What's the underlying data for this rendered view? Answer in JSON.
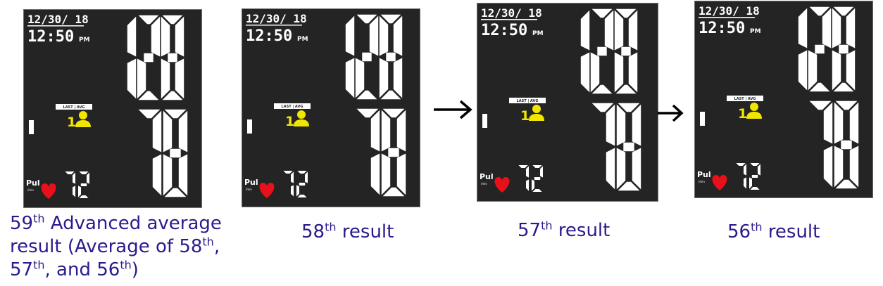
{
  "screens": [
    {
      "date": "12/30/ 18",
      "time": "12:50",
      "ampm": "PM",
      "badge": "LAST | AVG",
      "user": "1",
      "systolic": "128",
      "diastolic": "78",
      "pulse_label": "Pul",
      "pulse_unit": "/min",
      "pulse": "72"
    },
    {
      "date": "12/30/ 18",
      "time": "12:50",
      "ampm": "PM",
      "badge": "LAST | AVG",
      "user": "1",
      "systolic": "128",
      "diastolic": "78",
      "pulse_label": "Pul",
      "pulse_unit": "/min",
      "pulse": "72"
    },
    {
      "date": "12/30/ 18",
      "time": "12:50",
      "ampm": "PM",
      "badge": "LAST | AVG",
      "user": "1",
      "systolic": "128",
      "diastolic": "78",
      "pulse_label": "Pul",
      "pulse_unit": "/min",
      "pulse": "72"
    },
    {
      "date": "12/30/ 18",
      "time": "12:50",
      "ampm": "PM",
      "badge": "LAST | AVG",
      "user": "1",
      "systolic": "128",
      "diastolic": "78",
      "pulse_label": "Pul",
      "pulse_unit": "/min",
      "pulse": "72"
    }
  ],
  "captions": [
    {
      "l1_num": "59",
      "l1_sup": "th",
      "l1_text": " Advanced average",
      "l2_text": "result (Average of 58",
      "l2_sup": "th",
      "l2_end": ",",
      "l3_num": "57",
      "l3_sup": "th",
      "l3_mid": ", and 56",
      "l3_sup2": "th",
      "l3_end": ")"
    },
    {
      "num": "58",
      "sup": "th",
      "text": " result"
    },
    {
      "num": "57",
      "sup": "th",
      "text": " result"
    },
    {
      "num": "56",
      "sup": "th",
      "text": " result"
    }
  ],
  "colors": {
    "screen_bg": "#242424",
    "caption": "#2a1b8c",
    "user_icon": "#f2e600",
    "heart": "#e8101a"
  },
  "icons": [
    "arrow-right-icon",
    "user-icon",
    "heart-icon",
    "battery-bar-icon"
  ]
}
